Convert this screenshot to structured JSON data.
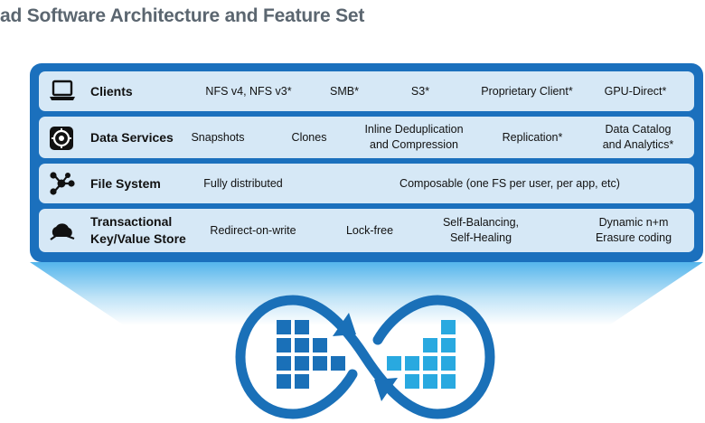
{
  "title": "ad Software Architecture and Feature Set",
  "layers": [
    {
      "name": "Clients",
      "icon": "laptop-icon",
      "features": [
        "NFS v4, NFS v3*",
        "SMB*",
        "S3*",
        "Proprietary Client*",
        "GPU-Direct*"
      ]
    },
    {
      "name": "Data Services",
      "icon": "data-services-icon",
      "features": [
        "Snapshots",
        "Clones",
        "Inline Deduplication and Compression",
        "Replication*",
        "Data Catalog and Analytics*"
      ]
    },
    {
      "name": "File System",
      "icon": "file-system-icon",
      "features": [
        "Fully distributed",
        "Composable (one FS per user, per app, etc)"
      ]
    },
    {
      "name": "Transactional Key/Value Store",
      "icon": "cloud-storage-icon",
      "features": [
        "Redirect-on-write",
        "Lock-free",
        "Self-Balancing, Self-Healing",
        "Dynamic n+m Erasure coding"
      ]
    }
  ],
  "logo": "infinity-blocks-logo",
  "colors": {
    "title": "#5b6670",
    "frame": "#1b70bd",
    "layer_bg": "#d6e8f6",
    "logo_dark": "#1a70b8",
    "logo_light": "#29a9e0"
  }
}
